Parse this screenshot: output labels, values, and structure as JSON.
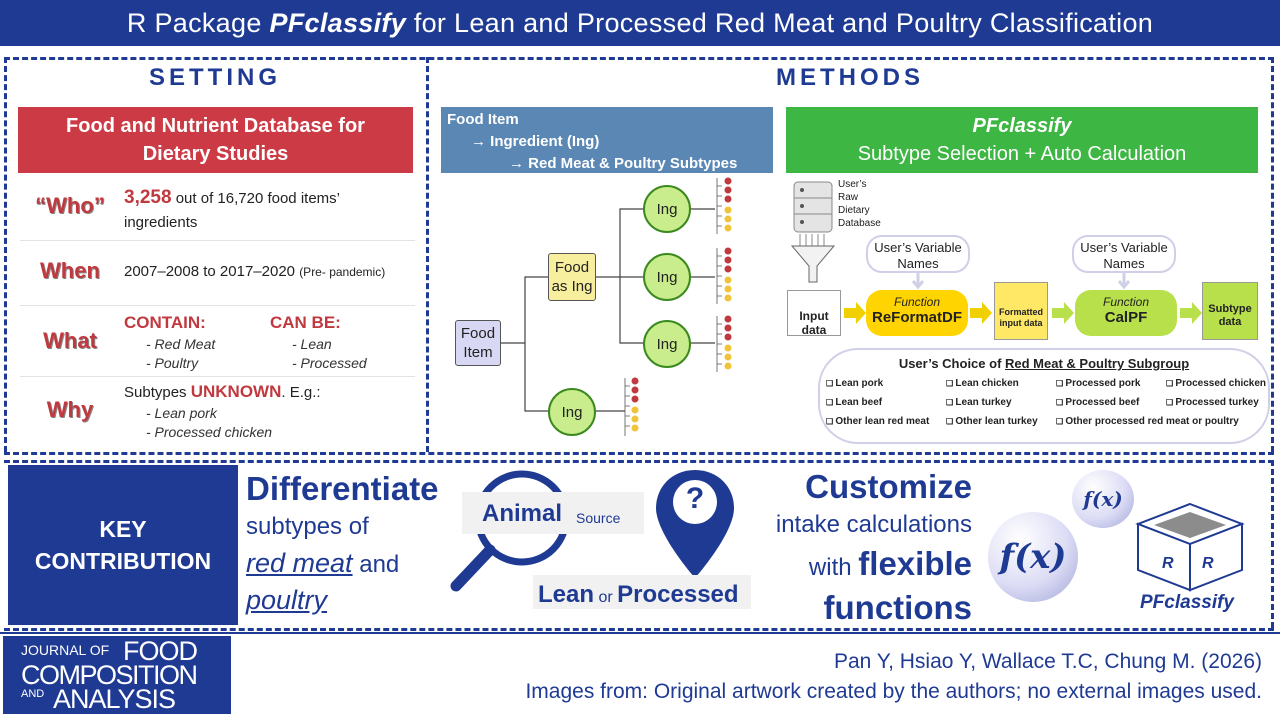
{
  "title": {
    "prefix": "R Package ",
    "emph": "PFclassify",
    "suffix": " for Lean and Processed Red Meat and Poultry Classification"
  },
  "setting": {
    "heading": "SETTING",
    "db_line1": "Food and Nutrient Database for",
    "db_line2": "Dietary Studies",
    "rows": {
      "who": {
        "label": "“Who”",
        "count": "3,258",
        "text1": " out of 16,720 food items’",
        "text2": "ingredients"
      },
      "when": {
        "label": "When",
        "text": "2007–2008 to 2017–2020 ",
        "note": "(Pre- pandemic)"
      },
      "what": {
        "label": "What",
        "contain": "CONTAIN:",
        "canbe": "CAN BE:",
        "c1": "- Red Meat",
        "c2": "- Poultry",
        "b1": "- Lean",
        "b2": "- Processed"
      },
      "why": {
        "label": "Why",
        "text1": "Subtypes ",
        "unknown": "UNKNOWN",
        "text2": ". E.g.:",
        "e1": "- Lean pork",
        "e2": "- Processed chicken"
      }
    }
  },
  "methods": {
    "heading": "METHODS",
    "hier1": "Food Item",
    "hier2": "→ Ingredient (Ing)",
    "hier3": "→ Red Meat & Poultry Subtypes",
    "tree": {
      "food_item": "Food Item",
      "food_as_ing": "Food as Ing",
      "ing": "Ing"
    },
    "pf_title": "PFclassify",
    "pf_sub": "Subtype Selection + Auto Calculation",
    "db_caption": [
      "User’s",
      "Raw",
      "Dietary",
      "Database"
    ],
    "var_names": "User’s Variable Names",
    "input_data": "Input data",
    "function_label": "Function",
    "reformat": "ReFormatDF",
    "formatted": "Formatted input data",
    "calpf": "CalPF",
    "subtype_data": "Subtype data",
    "subgroup_title_pre": "User’s Choice of ",
    "subgroup_title_u": "Red Meat & Poultry Subgroup",
    "subgroups": [
      "Lean pork",
      "Lean chicken",
      "Processed pork",
      "Processed chicken",
      "Lean beef",
      "Lean turkey",
      "Processed beef",
      "Processed turkey",
      "Other lean red meat",
      "Other lean turkey",
      "Other processed red meat or poultry"
    ]
  },
  "key": {
    "label1": "KEY",
    "label2": "CONTRIBUTION",
    "differentiate": "Differentiate",
    "subtypes_of": "subtypes of",
    "red_meat": "red meat",
    "and": " and",
    "poultry": "poultry",
    "animal": "Animal",
    "source": "Source",
    "question": "?",
    "lean": "Lean",
    "or": " or ",
    "processed": "Processed",
    "customize": "Customize",
    "intake": "intake calculations",
    "with": "with ",
    "flexible": "flexible",
    "functions": "functions",
    "fx": "f(x)",
    "box_r": "R",
    "pfclassify": "PFclassify"
  },
  "footer": {
    "journal1": "JOURNAL OF",
    "journal2": "FOOD",
    "journal3": "COMPOSITION",
    "journal4": "AND",
    "journal5": "ANALYSIS",
    "authors": "Pan Y, Hsiao Y, Wallace T.C, Chung M. (2026)",
    "images": "Images from: Original artwork created by the authors; no external images used."
  },
  "colors": {
    "navy": "#1f3a93",
    "red": "#cc3b45",
    "steel": "#5b87b5",
    "green": "#3db643"
  }
}
